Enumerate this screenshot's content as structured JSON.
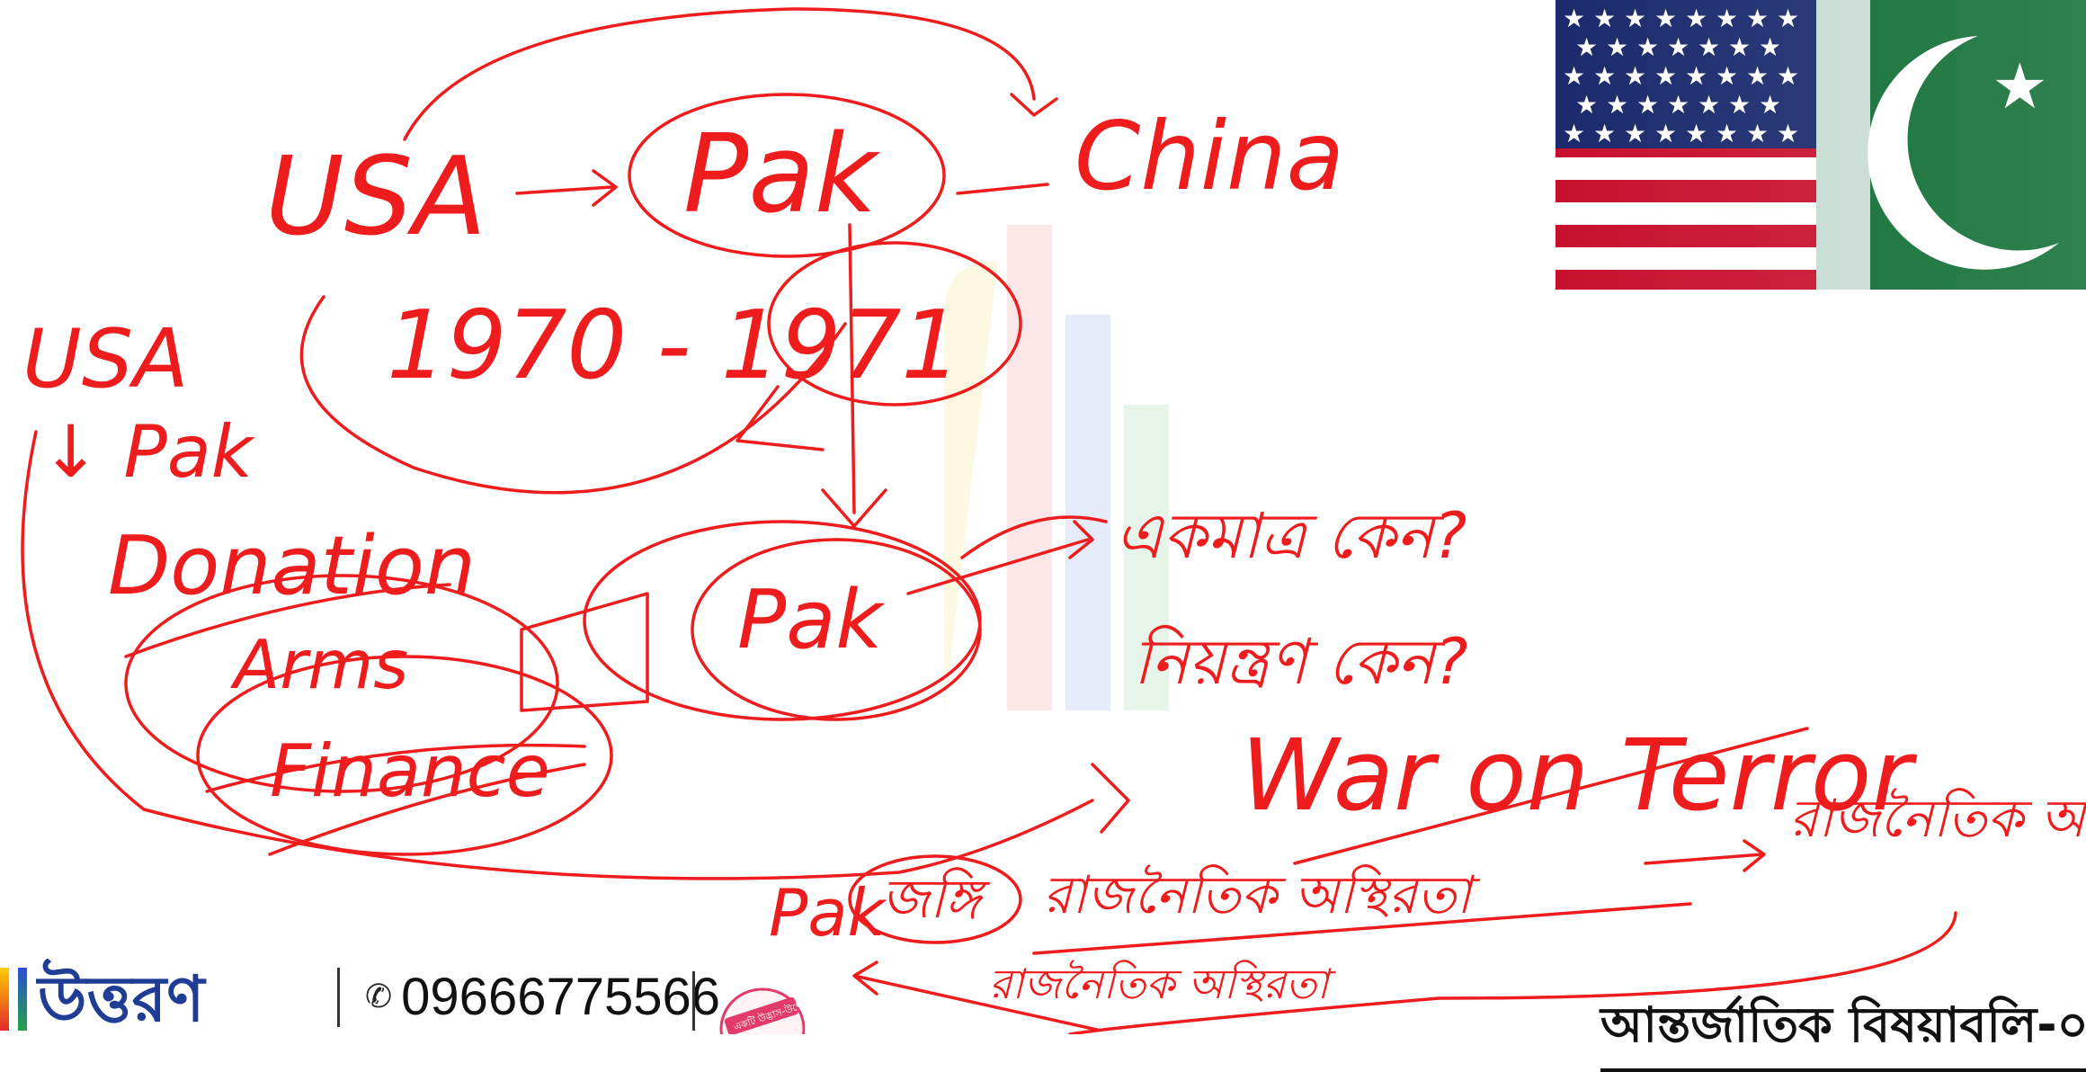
{
  "header": {
    "title": "পাক-মার্কিন সম্পর্ক"
  },
  "annotations": {
    "usa": "USA",
    "pak": "Pak",
    "china": "China",
    "year_range": "1970 - 1971",
    "usa_side": "USA",
    "pak_side": "↓ Pak",
    "donation": "Donation",
    "arms": "Arms",
    "finance": "Finance",
    "pak_center": "Pak",
    "bn_note_1": "একমাত্র কেন?",
    "bn_note_2": "নিয়ন্ত্রণ কেন?",
    "war_on_terror": "War on Terror",
    "pak_bottom": "Pak",
    "bn_note_3": "জঙ্গি",
    "bn_note_4": "রাজনৈতিক অস্থিরতা",
    "bn_note_5": "রাজনৈতিক অস্থিরতা",
    "bn_note_6": "রাজনৈতিক অস্থিতিশীলতা"
  },
  "footer": {
    "brand": "উত্তরণ",
    "phone": "09666775566",
    "badge": "একটি উদ্ভাস-উন্মেষ প্রতিষ্ঠান",
    "subject": "আন্তর্জাতিক বিষয়াবলি-০৫"
  },
  "icons": {
    "phone": "phone-icon",
    "flag": "usa-pakistan-flag-image",
    "watermark": "uttoron-watermark"
  },
  "colors": {
    "ink": "#ee1c1c",
    "title": "#1b2f8a",
    "brand": "#1f3d94"
  }
}
